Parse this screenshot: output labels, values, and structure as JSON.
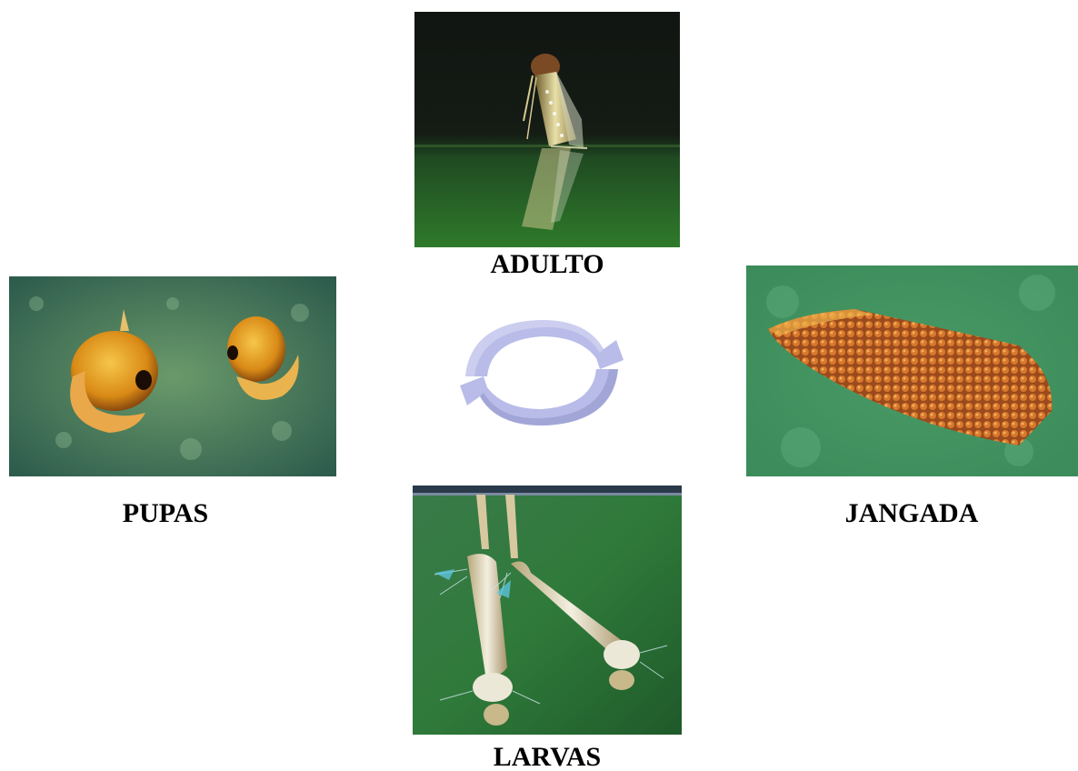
{
  "stages": {
    "adult": {
      "label": "ADULTO",
      "icon": "adult-mosquito-photo"
    },
    "egg_raft": {
      "label": "JANGADA",
      "icon": "egg-raft-photo"
    },
    "larvae": {
      "label": "LARVAS",
      "icon": "larvae-photo"
    },
    "pupae": {
      "label": "PUPAS",
      "icon": "pupae-photo"
    }
  },
  "arrows": {
    "icon": "cycle-arrows-icon",
    "color": "#b9bce8",
    "shade": "#8f93c9"
  }
}
